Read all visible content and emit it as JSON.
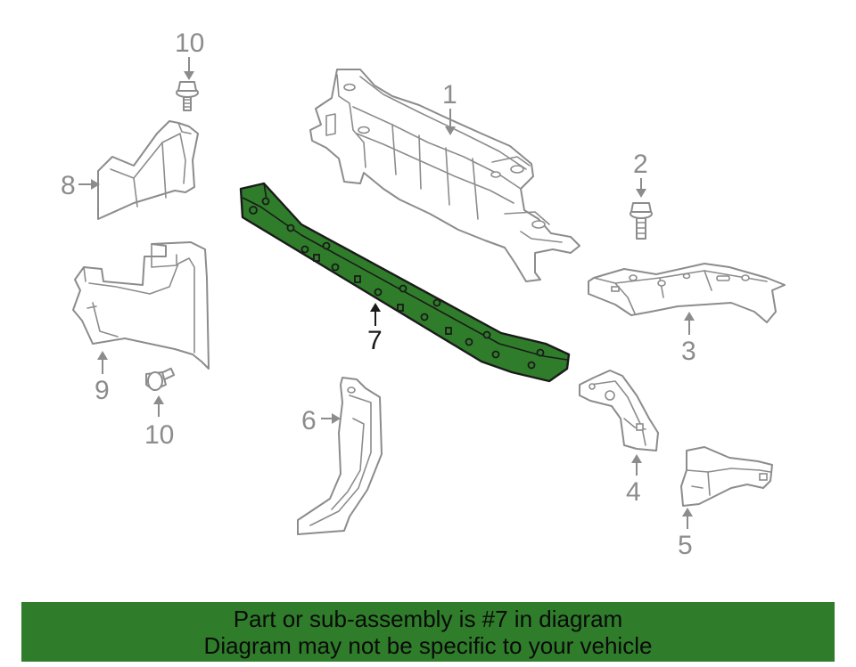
{
  "diagram": {
    "highlight_color": "#2f7d2a",
    "line_color": "#8c8c8c",
    "highlighted_part": "7",
    "callouts": [
      "10",
      "1",
      "2",
      "8",
      "3",
      "7",
      "9",
      "10",
      "6",
      "4",
      "5"
    ]
  },
  "banner": {
    "background": "#2f7d2a",
    "line1": "Part or sub-assembly is #7 in diagram",
    "line2": "Diagram may not be specific to your vehicle"
  }
}
